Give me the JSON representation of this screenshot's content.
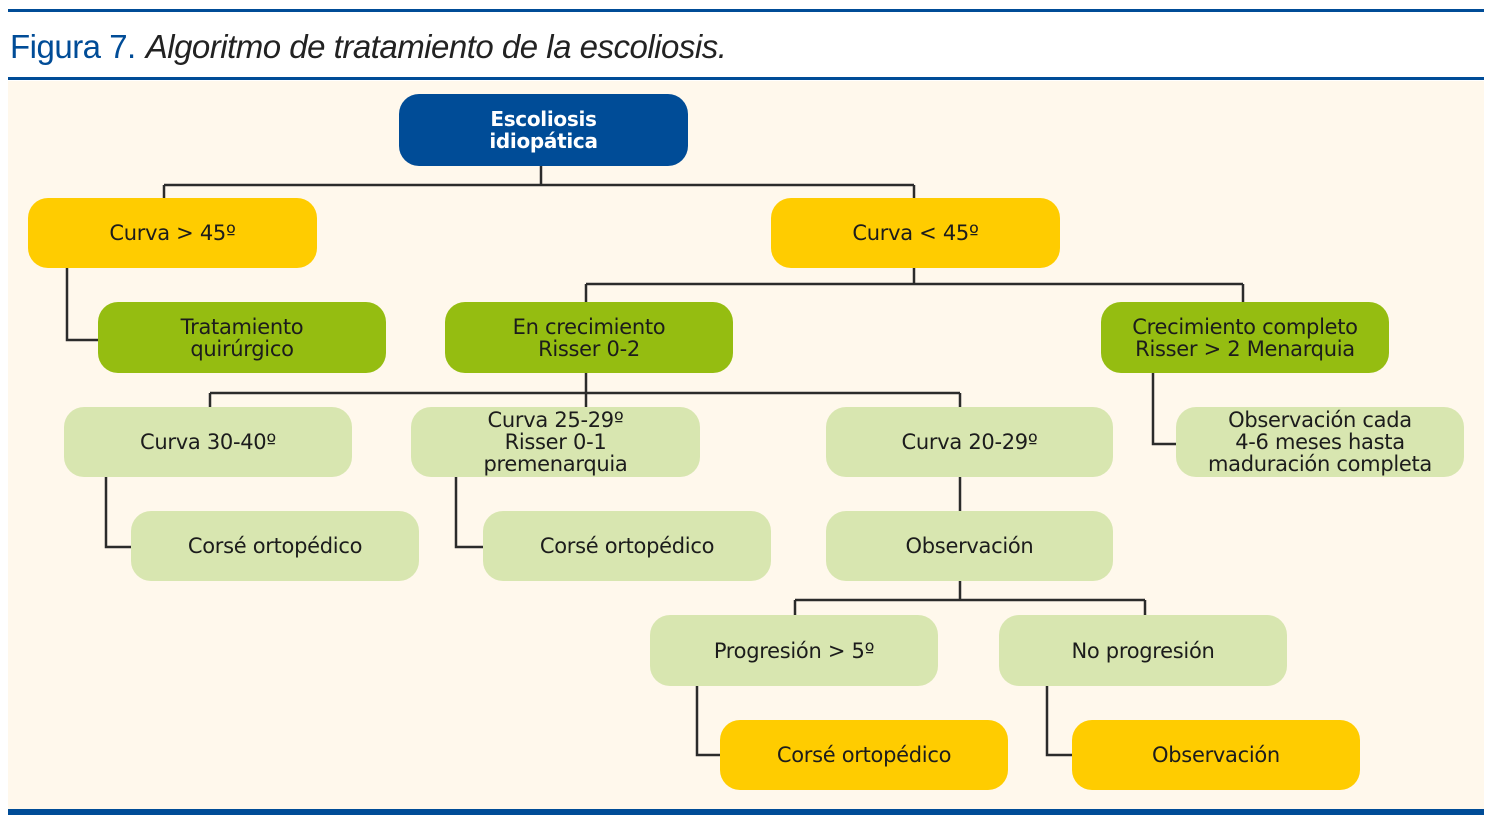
{
  "figure": {
    "label": "Figura 7.",
    "title": "Algoritmo de tratamiento de la escoliosis."
  },
  "colors": {
    "root": "#004c97",
    "decision": "#ffcc00",
    "branch": "#95bd11",
    "condition": "#d8e6b0",
    "background": "#fff8ec"
  },
  "nodes": {
    "root": "Escoliosis\nidiopática",
    "curve_gt45": "Curva > 45º",
    "curve_lt45": "Curva < 45º",
    "surgery": "Tratamiento\nquirúrgico",
    "growing": "En crecimiento\nRisser 0-2",
    "growth_complete": "Crecimiento completo\nRisser > 2 Menarquia",
    "curve_30_40": "Curva 30-40º",
    "curve_25_29": "Curva 25-29º\nRisser 0-1\npremenarquia",
    "curve_20_29": "Curva 20-29º",
    "observe_4_6": "Observación cada\n4-6 meses hasta\nmaduración completa",
    "brace_1": "Corsé ortopédico",
    "brace_2": "Corsé ortopédico",
    "observation": "Observación",
    "progression": "Progresión > 5º",
    "no_progression": "No progresión",
    "brace_final": "Corsé ortopédico",
    "observation_final": "Observación"
  }
}
